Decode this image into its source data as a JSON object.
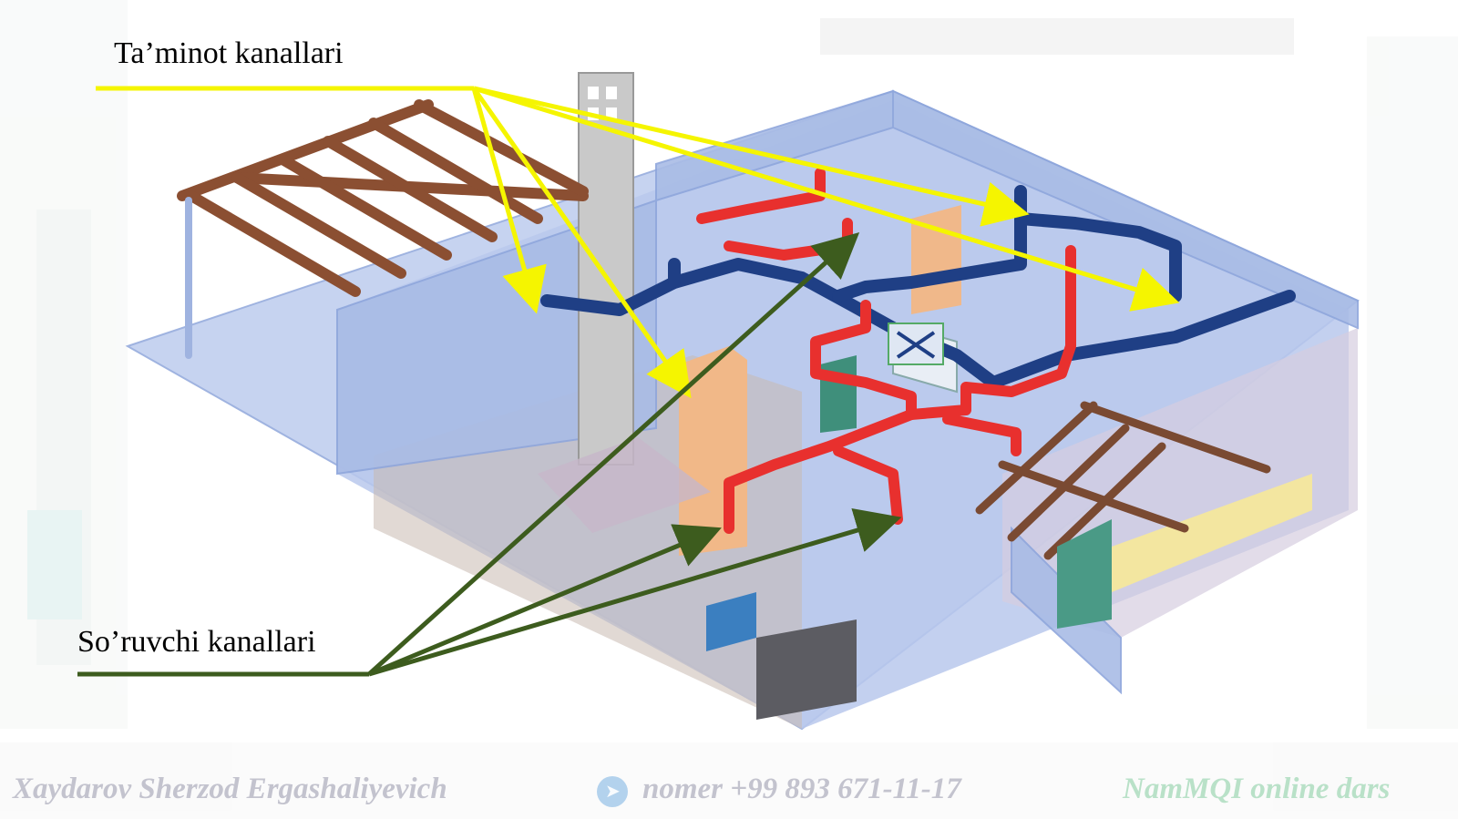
{
  "labels": {
    "supply": "Ta’minot kanallari",
    "exhaust": "So’ruvchi kanallari"
  },
  "footer": {
    "author": "Xaydarov Sherzod Ergashaliyevich",
    "phone_icon": "telegram-icon",
    "phone": "nomer +99 893 671-11-17",
    "course": "NamMQI online dars"
  },
  "colors": {
    "supply_arrow": "#f5f500",
    "exhaust_arrow": "#3d5c1e",
    "supply_duct": "#1f3f85",
    "exhaust_duct": "#e8302e",
    "floor": "#b9c8ec"
  },
  "icons": {
    "supply_arrowhead": "arrowhead-icon",
    "exhaust_arrowhead": "arrowhead-icon"
  }
}
